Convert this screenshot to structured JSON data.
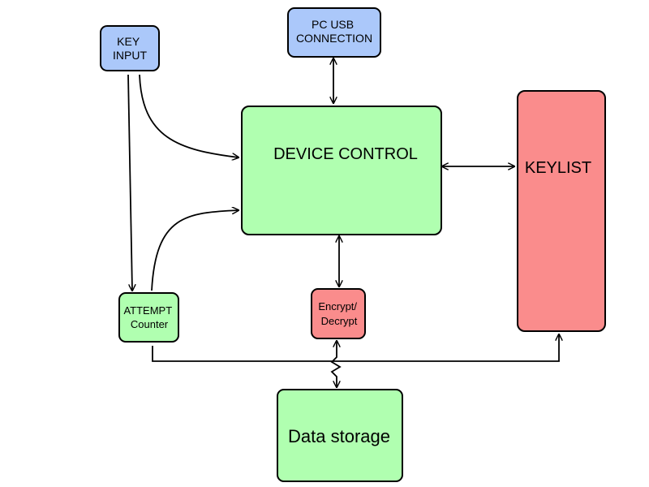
{
  "colors": {
    "blue": "#abc8fa",
    "green": "#b0ffb0",
    "red": "#fa8c8c",
    "stroke": "#000000"
  },
  "nodes": {
    "key_input": {
      "lines": [
        "KEY",
        "INPUT"
      ]
    },
    "pc_usb": {
      "lines": [
        "PC USB",
        "CONNECTION"
      ]
    },
    "device_control": {
      "label": "DEVICE CONTROL"
    },
    "keylist": {
      "label": "KEYLIST"
    },
    "attempt_counter": {
      "lines": [
        "ATTEMPT",
        "Counter"
      ]
    },
    "encrypt_decrypt": {
      "lines": [
        "Encrypt/",
        "Decrypt"
      ]
    },
    "data_storage": {
      "label": "Data storage"
    }
  }
}
